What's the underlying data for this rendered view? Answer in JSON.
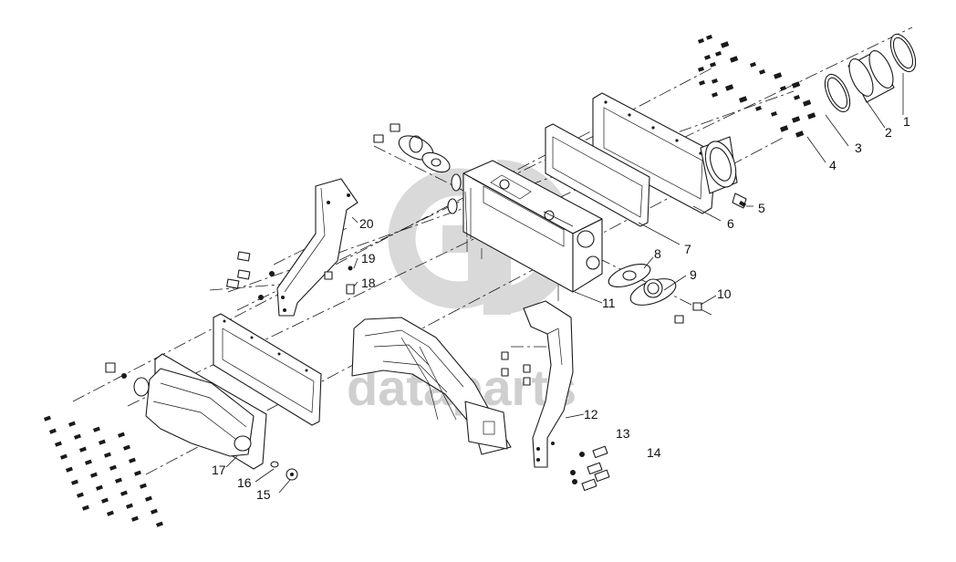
{
  "watermark": {
    "text": "dataparts",
    "logo_icon": "gd-logo-icon"
  },
  "callouts": [
    {
      "id": "1",
      "label": "1"
    },
    {
      "id": "2",
      "label": "2"
    },
    {
      "id": "3",
      "label": "3"
    },
    {
      "id": "4",
      "label": "4"
    },
    {
      "id": "5",
      "label": "5"
    },
    {
      "id": "6",
      "label": "6"
    },
    {
      "id": "7",
      "label": "7"
    },
    {
      "id": "8",
      "label": "8"
    },
    {
      "id": "9",
      "label": "9"
    },
    {
      "id": "10",
      "label": "10"
    },
    {
      "id": "11",
      "label": "11"
    },
    {
      "id": "12",
      "label": "12"
    },
    {
      "id": "13",
      "label": "13"
    },
    {
      "id": "14",
      "label": "14"
    },
    {
      "id": "15",
      "label": "15"
    },
    {
      "id": "16",
      "label": "16"
    },
    {
      "id": "17",
      "label": "17"
    },
    {
      "id": "18",
      "label": "18"
    },
    {
      "id": "19",
      "label": "19"
    },
    {
      "id": "20",
      "label": "20"
    }
  ]
}
